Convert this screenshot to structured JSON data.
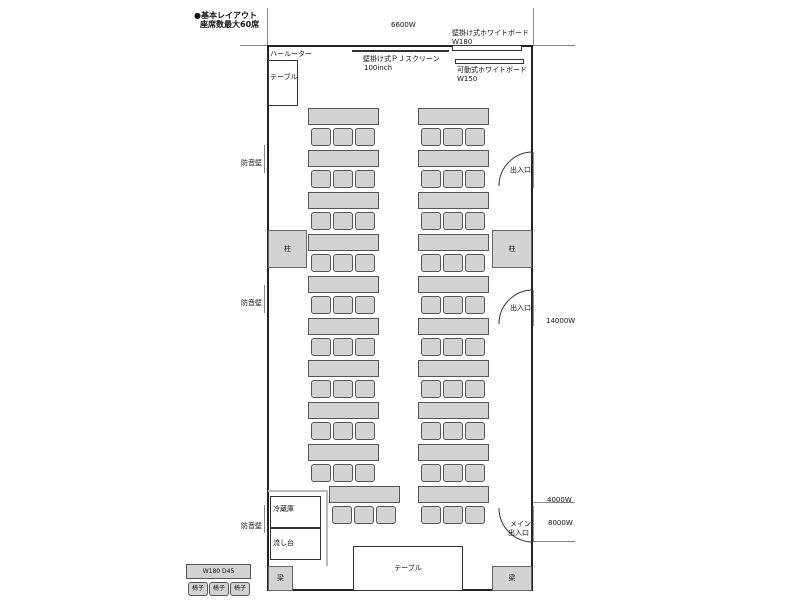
{
  "header": {
    "title": "●基本レイアウト",
    "subtitle": "座席数最大60席"
  },
  "dimensions": {
    "width": "6600W",
    "depth": "14000W",
    "right_top": "4000W",
    "right_bottom": "8000W"
  },
  "fixtures": {
    "router_label": "ハールーター",
    "table_top_left": "テーブル",
    "screen_label": "壁掛け式ＰＪスクリーン",
    "screen_size": "100inch",
    "wall_whiteboard": "壁掛け式ホワイトボード",
    "wall_whiteboard_size": "W180",
    "mobile_whiteboard": "可動式ホワイトボード",
    "mobile_whiteboard_size": "W150",
    "fridge": "冷蔵庫",
    "sink": "流し台",
    "bottom_table": "テーブル",
    "pillar": "柱",
    "pillar_small": "梁"
  },
  "walls": {
    "soundproof": "防音壁"
  },
  "doors": {
    "entrance": "出入口",
    "main_entrance_1": "メイン",
    "main_entrance_2": "出入口"
  },
  "legend": {
    "label": "W180 D45",
    "chair": "椅子"
  }
}
